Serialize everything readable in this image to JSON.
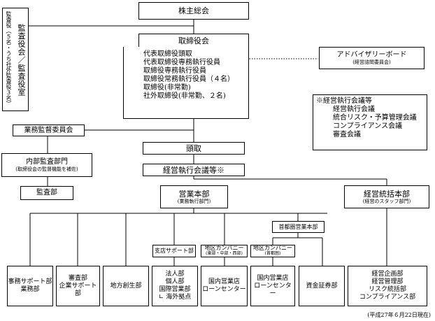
{
  "shareholders": "株主総会",
  "auditors": {
    "main": "監査役会／監査役室",
    "sub": "監査役（５名・うち社外監査役３名）"
  },
  "board": {
    "title": "取締役会",
    "members": [
      "代表取締役頭取",
      "代表取締役専務執行役員",
      "取締役専務執行役員",
      "取締役常務執行役員（４名）",
      "取締役(非常勤)",
      "社外取締役(非常勤、２名)"
    ]
  },
  "advisory": {
    "title": "アドバイザリーボード",
    "sub": "(経営諮問委員会)"
  },
  "committees": {
    "header": "※経営執行会議等",
    "items": [
      "経営執行会議",
      "統合リスク・予算管理会議",
      "コンプライアンス会議",
      "審査会議"
    ]
  },
  "supervisory": "業務監督委員会",
  "internal_audit": {
    "title": "内部監査部門",
    "sub": "(取締役会の監督機能を補佐)"
  },
  "audit_dept": "監査部",
  "president": "頭取",
  "exec_meeting": "経営執行会議等※",
  "business_hq": {
    "title": "営業本部",
    "sub": "(業務執行部門)"
  },
  "mgmt_hq": {
    "title": "経営統括本部",
    "sub": "(経営のスタッフ部門)"
  },
  "metro": "首都圏営業本部",
  "support_label": "支店サポート部",
  "regional1": {
    "title": "地区カンパニー",
    "sub": "(東部・中部・西部)"
  },
  "regional2": {
    "title": "地区カンパニー",
    "sub": "(首都圏)"
  },
  "depts": {
    "d1": [
      "事務サポート部",
      "業務部"
    ],
    "d2": [
      "審査部",
      "企業サポート部"
    ],
    "d3": [
      "地方創生部"
    ],
    "d4": [
      "法人部",
      "個人部",
      "国際営業部",
      "∟ 海外拠点"
    ],
    "d5": [
      "国内営業店",
      "ローンセンター"
    ],
    "d6": [
      "国内営業店",
      "ローンセンター"
    ],
    "d7": [
      "資金証券部"
    ],
    "d8": [
      "経営企画部",
      "経営管理部",
      "リスク統括部",
      "コンプライアンス部"
    ]
  },
  "footer_date": "(平成27年６月22日現在)"
}
